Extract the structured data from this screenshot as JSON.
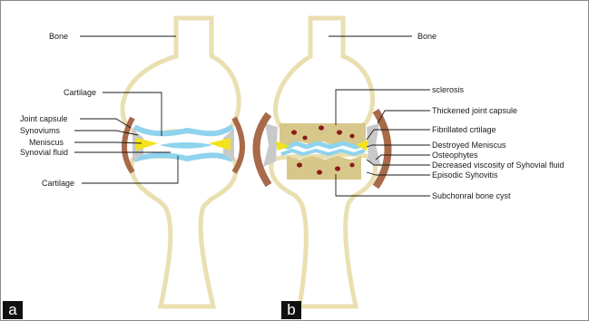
{
  "colors": {
    "bone_outline": "#eadfb0",
    "cartilage": "#8fd3ee",
    "meniscus": "#f3e31a",
    "capsule": "#a86a4a",
    "sclerosis_fill": "#d8c78a",
    "cyst": "#8b1a1a",
    "synovium_gray": "#c9c9c9"
  },
  "panels": [
    {
      "tag": "a"
    },
    {
      "tag": "b"
    }
  ],
  "labels_a": {
    "bone": "Bone",
    "cartilage_top": "Cartilage",
    "joint_capsule": "Joint capsule",
    "synoviums": "Synoviums",
    "meniscus": "Meniscus",
    "synovial_fluid": "Synovial fluid",
    "cartilage_bottom": "Cartilage"
  },
  "labels_b": {
    "bone": "Bone",
    "sclerosis": "sclerosis",
    "thickened_capsule": "Thickened joint capsule",
    "fibrillated": "Fibrillated crtilage",
    "destroyed_meniscus": "Destroyed Meniscus",
    "osteophytes": "Osteophytes",
    "decreased_viscosity": "Decreased viscosity of Syhovial fluid",
    "episodic": "Episodic Syhovitis",
    "subchondral": "Subchonral bone cyst"
  }
}
